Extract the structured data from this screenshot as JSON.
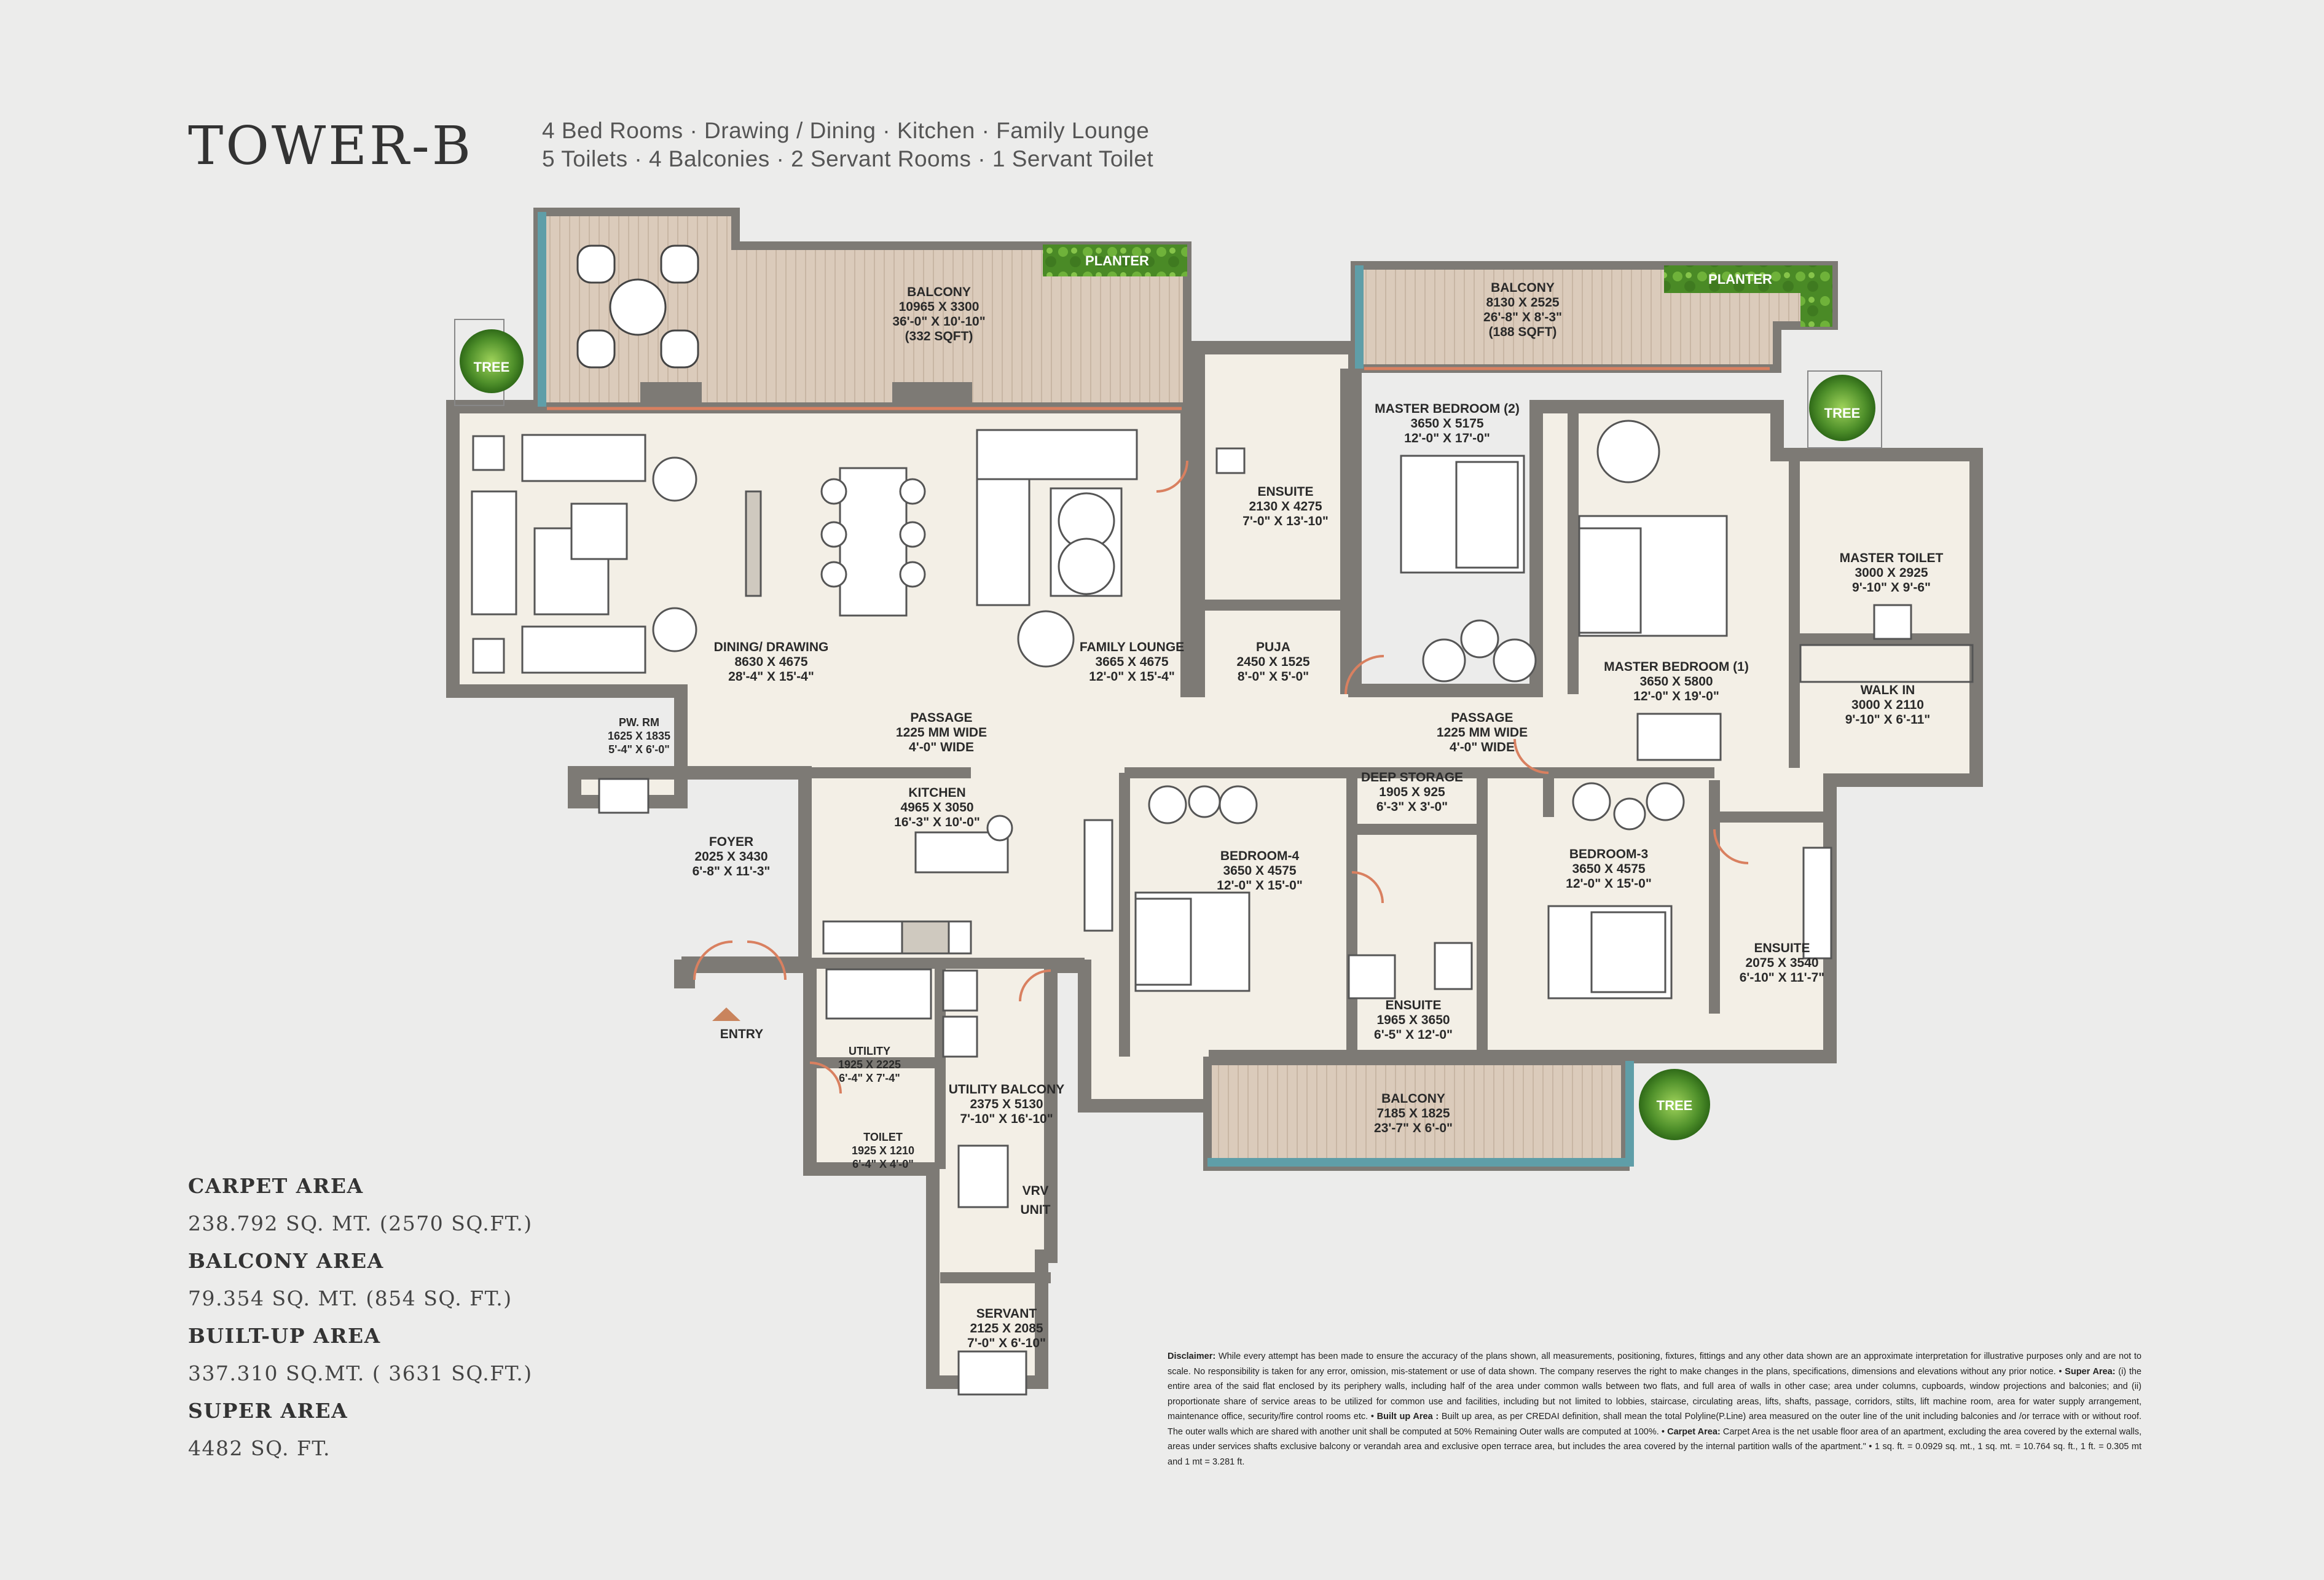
{
  "header": {
    "title": "TOWER-B",
    "features_line1": "4 Bed Rooms · Drawing / Dining · Kitchen · Family Lounge",
    "features_line2": "5 Toilets · 4 Balconies · 2 Servant Rooms · 1 Servant Toilet"
  },
  "areas": {
    "carpet_label": "CARPET AREA",
    "carpet_value": "238.792 SQ. MT. (2570 SQ.FT.)",
    "balcony_label": "BALCONY AREA",
    "balcony_value": "79.354 SQ. MT. (854 SQ. FT.)",
    "builtup_label": "BUILT-UP AREA",
    "builtup_value": "337.310 SQ.MT. ( 3631 SQ.FT.)",
    "super_label": "SUPER AREA",
    "super_value": "4482 SQ. FT."
  },
  "rooms": {
    "balcony_main": {
      "name": "BALCONY",
      "mm": "10965 X 3300",
      "ft": "36'-0\" X 10'-10\"",
      "sqft": "(332 SQFT)"
    },
    "balcony_master": {
      "name": "BALCONY",
      "mm": "8130 X 2525",
      "ft": "26'-8\" X 8'-3\"",
      "sqft": "(188 SQFT)"
    },
    "balcony_bottom": {
      "name": "BALCONY",
      "mm": "7185 X 1825",
      "ft": "23'-7\" X 6'-0\""
    },
    "dining_drawing": {
      "name": "DINING/ DRAWING",
      "mm": "8630 X 4675",
      "ft": "28'-4\" X 15'-4\""
    },
    "family_lounge": {
      "name": "FAMILY LOUNGE",
      "mm": "3665 X 4675",
      "ft": "12'-0\" X 15'-4\""
    },
    "ensuite_top": {
      "name": "ENSUITE",
      "mm": "2130 X 4275",
      "ft": "7'-0\" X 13'-10\""
    },
    "puja": {
      "name": "PUJA",
      "mm": "2450 X 1525",
      "ft": "8'-0\" X 5'-0\""
    },
    "master_bedroom_2": {
      "name": "MASTER BEDROOM (2)",
      "mm": "3650 X 5175",
      "ft": "12'-0\" X 17'-0\""
    },
    "master_bedroom_1": {
      "name": "MASTER BEDROOM (1)",
      "mm": "3650 X 5800",
      "ft": "12'-0\" X 19'-0\""
    },
    "master_toilet": {
      "name": "MASTER TOILET",
      "mm": "3000 X 2925",
      "ft": "9'-10\" X 9'-6\""
    },
    "walk_in": {
      "name": "WALK IN",
      "mm": "3000 X 2110",
      "ft": "9'-10\" X 6'-11\""
    },
    "passage_left": {
      "name": "PASSAGE",
      "mm": "1225 MM WIDE",
      "ft": "4'-0\" WIDE"
    },
    "passage_right": {
      "name": "PASSAGE",
      "mm": "1225 MM WIDE",
      "ft": "4'-0\" WIDE"
    },
    "pw_rm": {
      "name": "PW. RM",
      "mm": "1625 X 1835",
      "ft": "5'-4\" X 6'-0\""
    },
    "kitchen": {
      "name": "KITCHEN",
      "mm": "4965 X 3050",
      "ft": "16'-3\" X 10'-0\""
    },
    "foyer": {
      "name": "FOYER",
      "mm": "2025 X 3430",
      "ft": "6'-8\" X 11'-3\""
    },
    "bedroom_4": {
      "name": "BEDROOM-4",
      "mm": "3650 X 4575",
      "ft": "12'-0\" X 15'-0\""
    },
    "deep_storage": {
      "name": "DEEP STORAGE",
      "mm": "1905 X 925",
      "ft": "6'-3\" X 3'-0\""
    },
    "bedroom_3": {
      "name": "BEDROOM-3",
      "mm": "3650 X 4575",
      "ft": "12'-0\" X 15'-0\""
    },
    "ensuite_mid": {
      "name": "ENSUITE",
      "mm": "1965 X 3650",
      "ft": "6'-5\" X 12'-0\""
    },
    "ensuite_right": {
      "name": "ENSUITE",
      "mm": "2075 X 3540",
      "ft": "6'-10\" X 11'-7\""
    },
    "utility": {
      "name": "UTILITY",
      "mm": "1925 X 2225",
      "ft": "6'-4\" X 7'-4\""
    },
    "toilet": {
      "name": "TOILET",
      "mm": "1925 X 1210",
      "ft": "6'-4\" X 4'-0\""
    },
    "utility_balcony": {
      "name": "UTILITY BALCONY",
      "mm": "2375 X 5130",
      "ft": "7'-10\" X 16'-10\""
    },
    "vrv_1": "VRV",
    "vrv_2": "UNIT",
    "servant": {
      "name": "SERVANT",
      "mm": "2125 X 2085",
      "ft": "7'-0\" X 6'-10\""
    },
    "entry": "ENTRY",
    "planter": "PLANTER",
    "tree": "TREE"
  },
  "disclaimer": {
    "lead": "Disclaimer:",
    "part1": "While every attempt has been made to ensure the accuracy of the plans shown, all measurements, positioning, fixtures, fittings and any other data shown are an approximate interpretation for illustrative purposes only and are not to scale.  No responsibility is taken for any error, omission, mis-statement or use of data shown. The company reserves the right to make changes in the  plans, specifications, dimensions and elevations without any prior notice. •",
    "super_lead": "Super Area:",
    "part2": "(i) the entire area of the said flat enclosed by its periphery walls, including half of the area under common walls between two flats, and full area of walls in other case; area under columns, cupboards, window projections and balconies; and (ii) proportionate share of service areas to be utilized for common use and facilities, including but not limited to lobbies, staircase, circulating areas, lifts, shafts, passage, corridors, stilts, lift machine room, area for water supply arrangement, maintenance office, security/fire control rooms etc. •",
    "builtup_lead": "Built up Area :",
    "part3": "Built up area, as per CREDAI definition, shall mean the total Polyline(P.Line) area measured on the outer line of the unit including balconies and /or terrace with or without roof. The outer walls which are shared with another unit shall be computed at 50% Remaining Outer walls are computed at 100%. •",
    "carpet_lead": "Carpet Area:",
    "part4": "Carpet Area is the net usable floor area of an apartment, excluding the area covered by the external walls, areas under services shafts exclusive balcony or verandah area and exclusive open terrace area, but includes the area covered by the internal partition walls of the apartment.\" • 1 sq. ft. = 0.0929 sq. mt., 1 sq. mt. = 10.764 sq. ft., 1 ft. = 0.305 mt and 1 mt = 3.281 ft."
  },
  "colors": {
    "background": "#ececeb",
    "wall": "#7d7a75",
    "floor": "#f3efe6",
    "balcony_deck": "#d9c9b8",
    "planter": "#4e8f2a",
    "glazing": "#5f9ea8",
    "door": "#d98060"
  }
}
